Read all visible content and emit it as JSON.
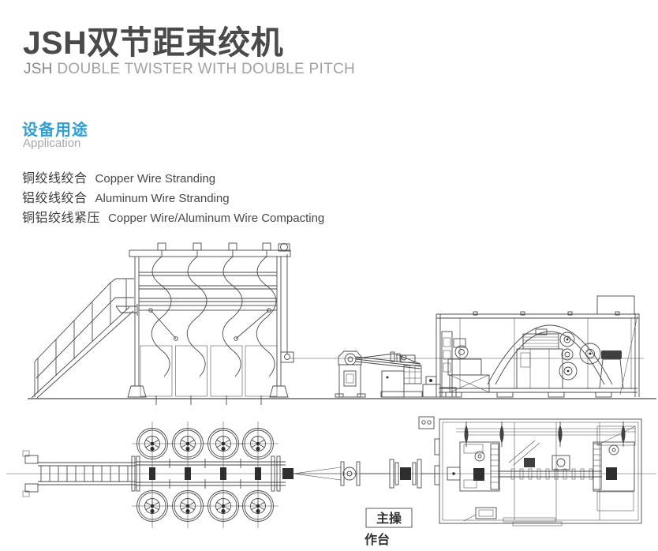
{
  "page": {
    "title": "JSH双节距束绞机",
    "subtitle": {
      "prefix": "JSH",
      "rest": " DOUBLE TWISTER WITH DOUBLE PITCH"
    }
  },
  "section": {
    "heading_zh": "设备用途",
    "heading_en": "Application"
  },
  "applications": [
    {
      "zh": "铜绞线绞合",
      "en": "Copper Wire Stranding"
    },
    {
      "zh": "铝绞线绞合",
      "en": "Aluminum Wire Stranding"
    },
    {
      "zh": "铜铝绞线紧压",
      "en": "Copper Wire/Aluminum Wire Compacting"
    }
  ],
  "diagram": {
    "console_label": [
      "主操",
      "作台"
    ]
  },
  "colors": {
    "accent_blue": "#2f9fd4",
    "title_gray": "#4a4a4a",
    "subtitle_gray": "#9c9c9c",
    "line_art": "#4a4a4a"
  }
}
